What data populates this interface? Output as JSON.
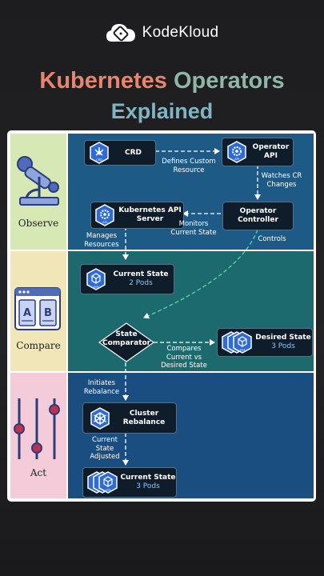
{
  "brand": {
    "name": "KodeKloud"
  },
  "title": {
    "part1": "Kubernetes ",
    "part2": "Operators",
    "line2": "Explained"
  },
  "stages": {
    "observe": "Observe",
    "compare": "Compare",
    "act": "Act"
  },
  "icons": {
    "observe": "microscope-icon",
    "compare": "compare-ab-icon",
    "act": "sliders-icon",
    "kubernetes": "kubernetes-hexagon-icon"
  },
  "colors": {
    "observe_bg": "#d6e8b3",
    "compare_bg": "#f1e6b7",
    "act_bg": "#f4cbd8",
    "zone1": "#1e5a86",
    "zone2": "#1d6a6e",
    "zone3": "#1a4e80",
    "node_bg": "#0f1d2b",
    "accent": "#8cc3ff"
  },
  "nodes": {
    "crd": {
      "title": "CRD",
      "badge": "CRD"
    },
    "operator_api": {
      "title": "Operator API",
      "badge": "API"
    },
    "kube_api": {
      "title": "Kubernetes API Server",
      "badge": "API"
    },
    "controller": {
      "title": "Operator Controller"
    },
    "current_state": {
      "title": "Current State",
      "sub": "2 Pods",
      "badge": "pod"
    },
    "comparator": {
      "title": "State Comparator"
    },
    "desired_state": {
      "title": "Desired State",
      "sub": "3 Pods",
      "badge": "pod"
    },
    "rebalance": {
      "title": "Cluster Rebalance"
    },
    "current_state_2": {
      "title": "Current State",
      "sub": "3 Pods",
      "badge": "pod"
    }
  },
  "edges": {
    "defines": "Defines Custom Resource",
    "watches": "Watches CR Changes",
    "monitors": "Monitors Current State",
    "manages": "Manages Resources",
    "controls": "Controls",
    "compares": "Compares Current vs Desired State",
    "initiates": "Initiates Rebalance",
    "adjusted": "Current State Adjusted"
  }
}
